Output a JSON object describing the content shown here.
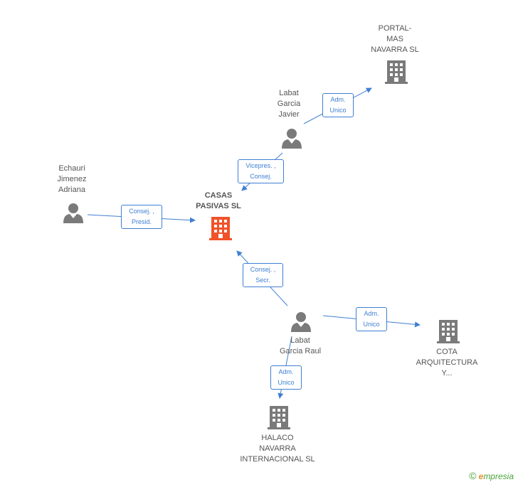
{
  "nodes": {
    "casas": {
      "label": "CASAS\nPASIVAS SL",
      "kind": "company",
      "color": "#f0522a"
    },
    "portal": {
      "label": "PORTAL-\nMAS\nNAVARRA  SL",
      "kind": "company",
      "color": "#7a7a7a"
    },
    "labat_javier": {
      "label": "Labat\nGarcia\nJavier",
      "kind": "person",
      "color": "#7a7a7a"
    },
    "echauri": {
      "label": "Echauri\nJimenez\nAdriana",
      "kind": "person",
      "color": "#7a7a7a"
    },
    "labat_raul": {
      "label": "Labat\nGarcia Raul",
      "kind": "person",
      "color": "#7a7a7a"
    },
    "cota": {
      "label": "COTA\nARQUITECTURA\nY...",
      "kind": "company",
      "color": "#7a7a7a"
    },
    "halaco": {
      "label": "HALACO\nNAVARRA\nINTERNACIONAL SL",
      "kind": "company",
      "color": "#7a7a7a"
    }
  },
  "edges": {
    "javier_portal": "Adm.\nUnico",
    "javier_casas": "Vicepres. ,\nConsej.",
    "echauri_casas": "Consej. ,\nPresid.",
    "raul_casas": "Consej. ,\nSecr.",
    "raul_cota": "Adm.\nUnico",
    "raul_halaco": "Adm.\nUnico"
  },
  "colors": {
    "edge": "#3f7fd2",
    "main_company": "#f0522a",
    "entity": "#7a7a7a"
  },
  "brand": {
    "copyright": "©",
    "initial": "e",
    "rest": "mpresia"
  }
}
